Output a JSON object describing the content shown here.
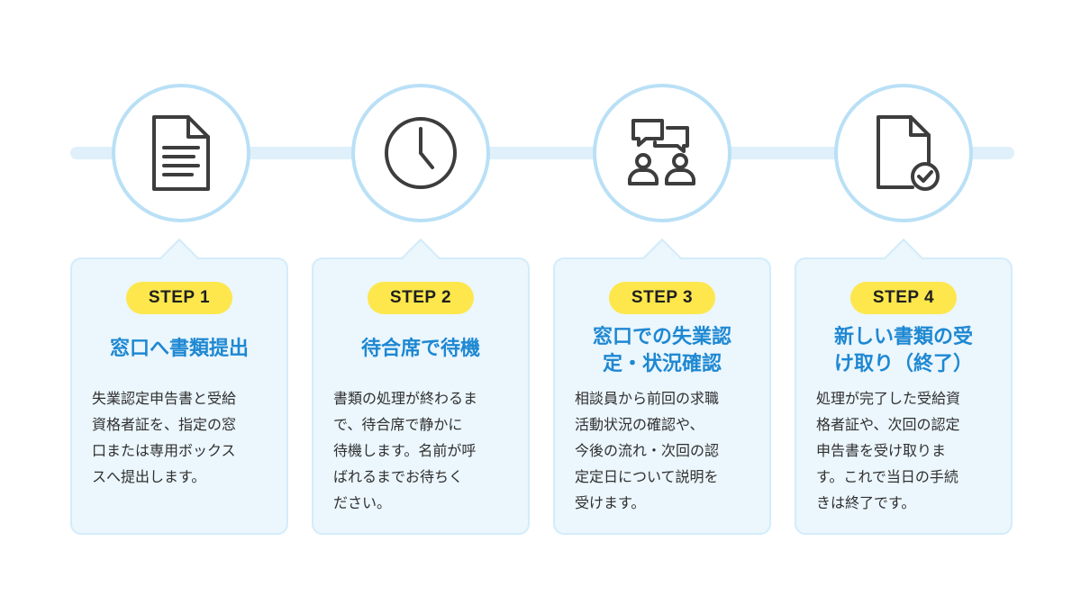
{
  "steps": [
    {
      "badge": "STEP 1",
      "title": "窓口へ書類提出",
      "description": "失業認定申告書と受給\n資格者証を、指定の窓\n口または専用ボックス\nスへ提出します。",
      "icon": "document-icon"
    },
    {
      "badge": "STEP 2",
      "title": "待合席で待機",
      "description": "書類の処理が終わるま\nで、待合席で静かに\n待機します。名前が呼\nばれるまでお待ちく\nださい。",
      "icon": "clock-icon"
    },
    {
      "badge": "STEP 3",
      "title": "窓口での失業認\n定・状況確認",
      "description": "相談員から前回の求職\n活動状況の確認や、\n今後の流れ・次回の認\n定定日について説明を\n受けます。",
      "icon": "consultation-icon"
    },
    {
      "badge": "STEP 4",
      "title": "新しい書類の受\nけ取り（終了）",
      "description": "処理が完了した受給資\n格者証や、次回の認定\n申告書を受け取りま\nす。これで当日の手続\nきは終了です。",
      "icon": "document-check-icon"
    }
  ],
  "colors": {
    "accent_blue": "#1e88d2",
    "badge_yellow": "#fde74c",
    "card_background": "#ebf6fd",
    "circle_border": "#b9e0f6",
    "timeline": "#dff0fb",
    "icon_stroke": "#3d3d3d"
  }
}
